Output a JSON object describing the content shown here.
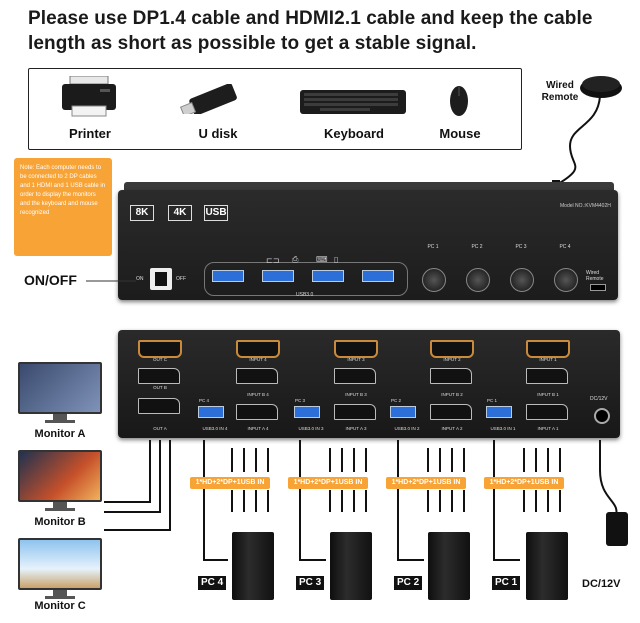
{
  "headline": "Please use DP1.4 cable and HDMI2.1 cable and keep the cable length as short as possible to get a stable signal.",
  "peripherals": [
    {
      "label": "Printer",
      "icon": "printer-icon"
    },
    {
      "label": "U disk",
      "icon": "usb-drive-icon"
    },
    {
      "label": "Keyboard",
      "icon": "keyboard-icon"
    },
    {
      "label": "Mouse",
      "icon": "mouse-icon"
    }
  ],
  "remote": {
    "label_line1": "Wired",
    "label_line2": "Remote"
  },
  "front_panel": {
    "note": "Note: Each computer needs to be connected to 2 DP cables and 1 HDMI and 1 USB cable in order to display the monitors and the keyboard and mouse recognized",
    "badges": [
      "8K",
      "4K",
      "USB"
    ],
    "model": "Model NO.:KVM4402H",
    "power_label": "ON/OFF",
    "switch_on": "ON",
    "switch_off": "OFF",
    "usb_label": "USB3.0",
    "pc_buttons": [
      "PC 1",
      "PC 2",
      "PC 3",
      "PC 4"
    ],
    "remote_port_label": "Wired Remote"
  },
  "back_panel": {
    "dc_label": "DC/12V",
    "groups": [
      {
        "usb": "PC 4",
        "usb_label": "USB3.0 IN 4",
        "hdmi": "INPUT 4",
        "dp1": "INPUT B 4",
        "dp2": "INPUT A 4"
      },
      {
        "usb": "PC 3",
        "usb_label": "USB3.0 IN 3",
        "hdmi": "INPUT 3",
        "dp1": "INPUT B 3",
        "dp2": "INPUT A 3"
      },
      {
        "usb": "PC 2",
        "usb_label": "USB3.0 IN 2",
        "hdmi": "INPUT 2",
        "dp1": "INPUT B 2",
        "dp2": "INPUT A 2"
      },
      {
        "usb": "PC 1",
        "usb_label": "USB3.0 IN 1",
        "hdmi": "INPUT 1",
        "dp1": "INPUT B 1",
        "dp2": "INPUT A 1"
      }
    ],
    "outputs": {
      "hdmi": "OUT C",
      "dp1": "OUT B",
      "dp2": "OUT A"
    }
  },
  "monitors": [
    {
      "label": "Monitor A"
    },
    {
      "label": "Monitor B"
    },
    {
      "label": "Monitor C"
    }
  ],
  "cable_tags": [
    "1*HD+2*DP+1USB IN",
    "1*HD+2*DP+1USB IN",
    "1*HD+2*DP+1USB IN",
    "1*HD+2*DP+1USB IN"
  ],
  "pcs": [
    "PC 4",
    "PC 3",
    "PC 2",
    "PC 1"
  ],
  "power_adapter_label": "DC/12V",
  "colors": {
    "accent": "#f7a336",
    "usb_blue": "#2d6fd9",
    "hdmi_gold": "#c98a3c",
    "device": "#1c1c1c"
  }
}
